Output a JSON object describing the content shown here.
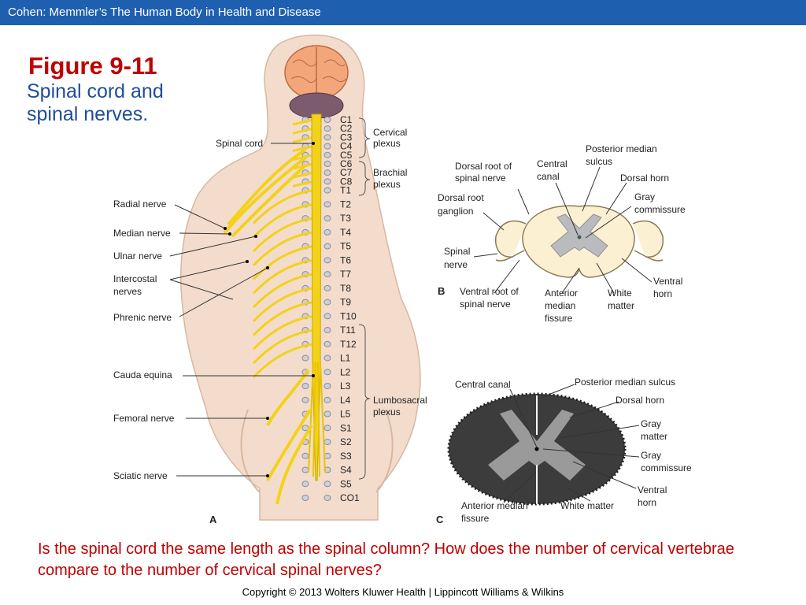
{
  "header": {
    "title": "Cohen: Memmler’s The Human Body in Health and Disease"
  },
  "figure": {
    "number": "Figure 9-11",
    "caption": "Spinal cord and spinal nerves."
  },
  "panel_a": {
    "letter": "A",
    "left_labels": {
      "spinal_cord": "Spinal cord",
      "radial": "Radial nerve",
      "median": "Median nerve",
      "ulnar": "Ulnar nerve",
      "intercostal_1": "Intercostal",
      "intercostal_2": "nerves",
      "phrenic": "Phrenic nerve",
      "cauda": "Cauda equina",
      "femoral": "Femoral nerve",
      "sciatic": "Sciatic nerve"
    },
    "levels": [
      "C1",
      "C2",
      "C3",
      "C4",
      "C5",
      "C6",
      "C7",
      "C8",
      "T1",
      "T2",
      "T3",
      "T4",
      "T5",
      "T6",
      "T7",
      "T8",
      "T9",
      "T10",
      "T11",
      "T12",
      "L1",
      "L2",
      "L3",
      "L4",
      "L5",
      "S1",
      "S2",
      "S3",
      "S4",
      "S5",
      "CO1"
    ],
    "plexus": {
      "cervical_1": "Cervical",
      "cervical_2": "plexus",
      "brachial_1": "Brachial",
      "brachial_2": "plexus",
      "lumbosacral_1": "Lumbosacral",
      "lumbosacral_2": "plexus"
    }
  },
  "panel_b": {
    "letter": "B",
    "labels": {
      "posterior_median_1": "Posterior median",
      "posterior_median_2": "sulcus",
      "central_canal_1": "Central",
      "central_canal_2": "canal",
      "dorsal_root_1": "Dorsal root of",
      "dorsal_root_2": "spinal nerve",
      "dorsal_horn": "Dorsal horn",
      "dorsal_ganglion_1": "Dorsal root",
      "dorsal_ganglion_2": "ganglion",
      "gray_comm_1": "Gray",
      "gray_comm_2": "commissure",
      "spinal_nerve_1": "Spinal",
      "spinal_nerve_2": "nerve",
      "ventral_root_1": "Ventral root of",
      "ventral_root_2": "spinal nerve",
      "ant_median_1": "Anterior",
      "ant_median_2": "median",
      "ant_median_3": "fissure",
      "white_1": "White",
      "white_2": "matter",
      "ventral_horn_1": "Ventral",
      "ventral_horn_2": "horn"
    }
  },
  "panel_c": {
    "letter": "C",
    "labels": {
      "central_canal": "Central canal",
      "posterior_median": "Posterior median sulcus",
      "dorsal_horn": "Dorsal horn",
      "gray_matter_1": "Gray",
      "gray_matter_2": "matter",
      "gray_comm_1": "Gray",
      "gray_comm_2": "commissure",
      "ventral_horn_1": "Ventral",
      "ventral_horn_2": "horn",
      "ant_median_1": "Anterior median",
      "ant_median_2": "fissure",
      "white_matter": "White matter"
    }
  },
  "question": "Is the spinal cord the same length as the spinal column? How does the number of cervical vertebrae compare to the number of cervical spinal nerves?",
  "copyright": "Copyright © 2013 Wolters Kluwer Health | Lippincott Williams & Wilkins",
  "colors": {
    "header_bar": "#1f5fb0",
    "figure_number": "#c00000",
    "caption": "#1f4e9a",
    "question": "#c00000",
    "nerve": "#f2d21a"
  }
}
